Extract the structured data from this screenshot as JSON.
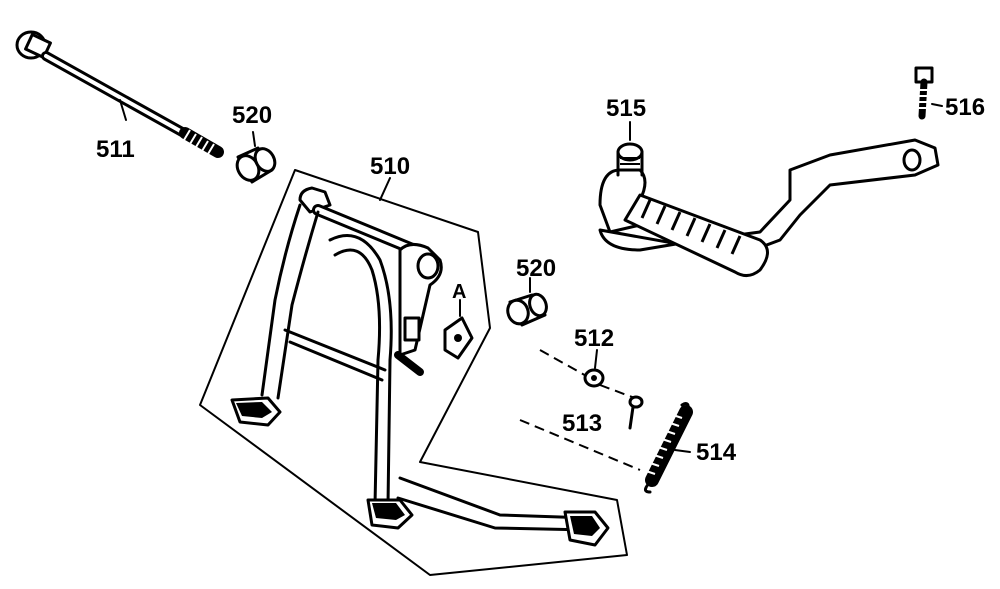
{
  "labels": {
    "l511": "511",
    "l520a": "520",
    "l510": "510",
    "l515": "515",
    "l516": "516",
    "l520b": "520",
    "lA": "A",
    "l512": "512",
    "l513": "513",
    "l514": "514"
  }
}
